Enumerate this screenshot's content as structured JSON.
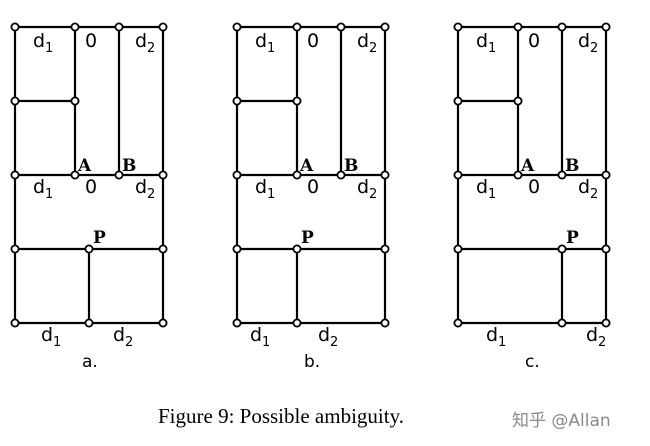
{
  "figure": {
    "caption": "Figure 9: Possible ambiguity.",
    "watermark": "知乎 @Allan",
    "labels": {
      "d": "d",
      "sub1": "1",
      "sub2": "2",
      "zero": "0",
      "A": "A",
      "B": "B",
      "P": "P"
    },
    "panels": [
      {
        "id": "a",
        "letter": "a."
      },
      {
        "id": "b",
        "letter": "b."
      },
      {
        "id": "c",
        "letter": "c."
      }
    ]
  }
}
